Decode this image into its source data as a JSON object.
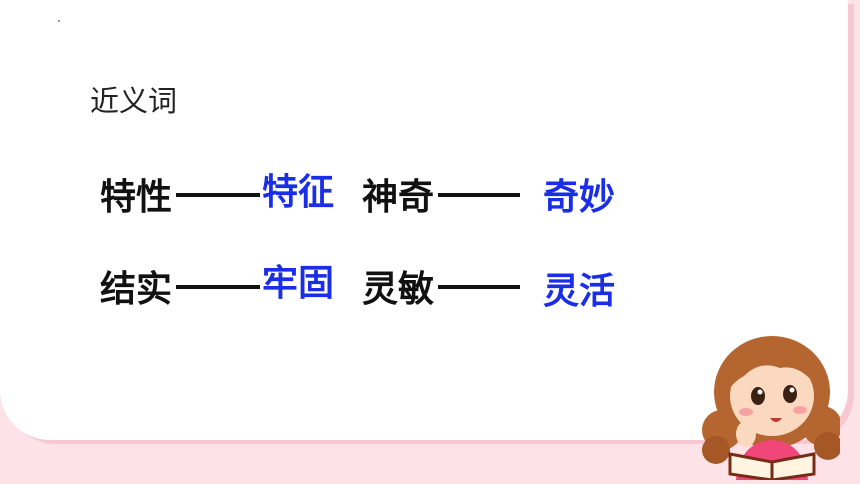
{
  "heading": "近义词",
  "pairs": [
    {
      "word": "特性",
      "synonym": "特征"
    },
    {
      "word": "神奇",
      "synonym": "奇妙"
    },
    {
      "word": "结实",
      "synonym": "牢固"
    },
    {
      "word": "灵敏",
      "synonym": "灵活"
    }
  ],
  "colors": {
    "background": "#fde3e8",
    "card": "#ffffff",
    "card_shadow": "#f7c7d2",
    "answer": "#1a2ee8",
    "text": "#111111"
  },
  "illustration": "girl-reading-book-illustration"
}
